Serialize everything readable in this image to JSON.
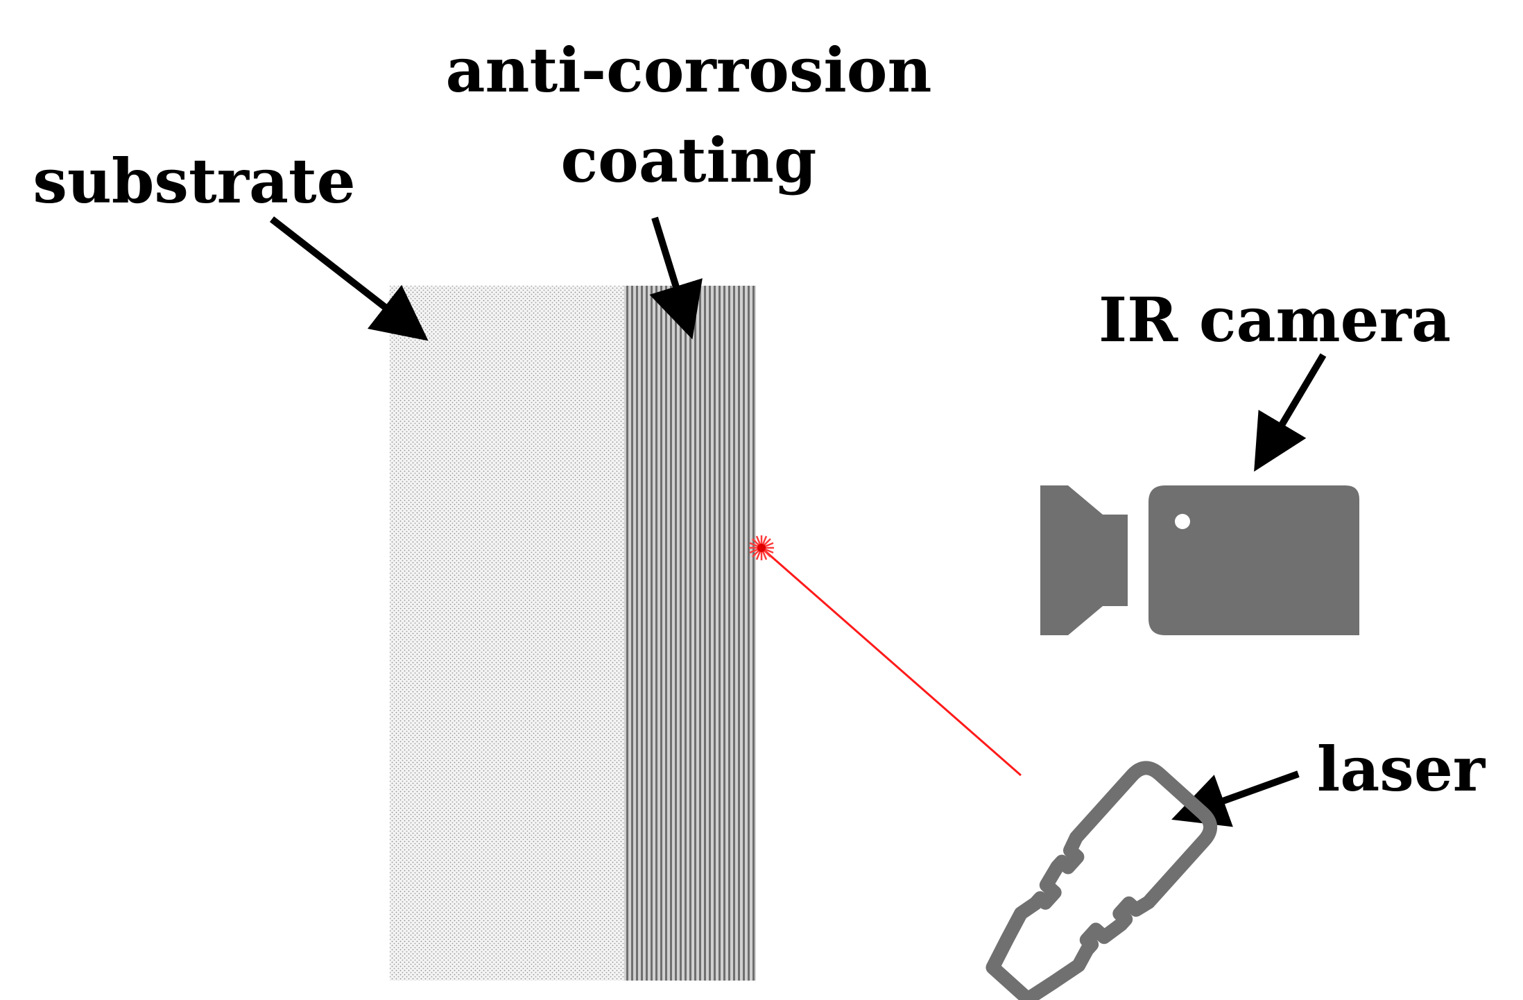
{
  "labels": {
    "substrate": "substrate",
    "coating_line1": "anti-corrosion",
    "coating_line2": "coating",
    "camera": "IR camera",
    "laser": "laser"
  },
  "colors": {
    "substrate_fill": "#f2f2f2",
    "substrate_dot": "#8a8a8a",
    "coating_base": "#c8c8c8",
    "coating_stripe": "#6e6e6e",
    "device_gray": "#707070",
    "laser_beam": "#ff0000",
    "arrow": "#000000"
  },
  "icons": {
    "camera": "video-camera-icon",
    "laser": "laser-pointer-icon",
    "spot": "laser-spot-icon"
  }
}
